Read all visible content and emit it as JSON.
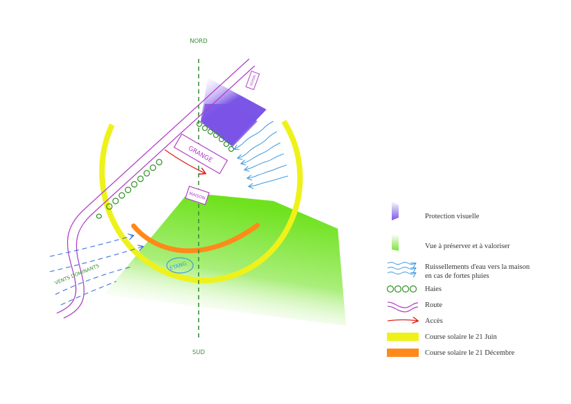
{
  "labels": {
    "north": "NORD",
    "south": "SUD",
    "grange": "GRANGE",
    "maison": "MAISON",
    "voisin": "VOISIN",
    "etang": "ÉTANG",
    "winds": "VENTS DOMINANTS"
  },
  "legend": [
    {
      "symbol": "visual-protection",
      "label": "Protection visuelle"
    },
    {
      "symbol": "view",
      "label": "Vue à préserver et à valoriser"
    },
    {
      "symbol": "runoff",
      "label": "Ruissellements d'eau vers la maison\nen cas de fortes pluies"
    },
    {
      "symbol": "hedges",
      "label": "Haies"
    },
    {
      "symbol": "road",
      "label": "Route"
    },
    {
      "symbol": "access",
      "label": "Accès"
    },
    {
      "symbol": "sun-june",
      "label": "Course solaire le 21 Juin"
    },
    {
      "symbol": "sun-december",
      "label": "Course solaire le 21 Décembre"
    }
  ],
  "colors": {
    "protection": "#7b55e6",
    "view": "#7be33a",
    "runoff": "#3f9ae0",
    "hedges": "#2e8f22",
    "road": "#b040c8",
    "access": "#e02020",
    "sun_june": "#eef21a",
    "sun_december": "#ff8a1a",
    "compass": "#3a8f3a",
    "winds": "#3f6fe0"
  }
}
